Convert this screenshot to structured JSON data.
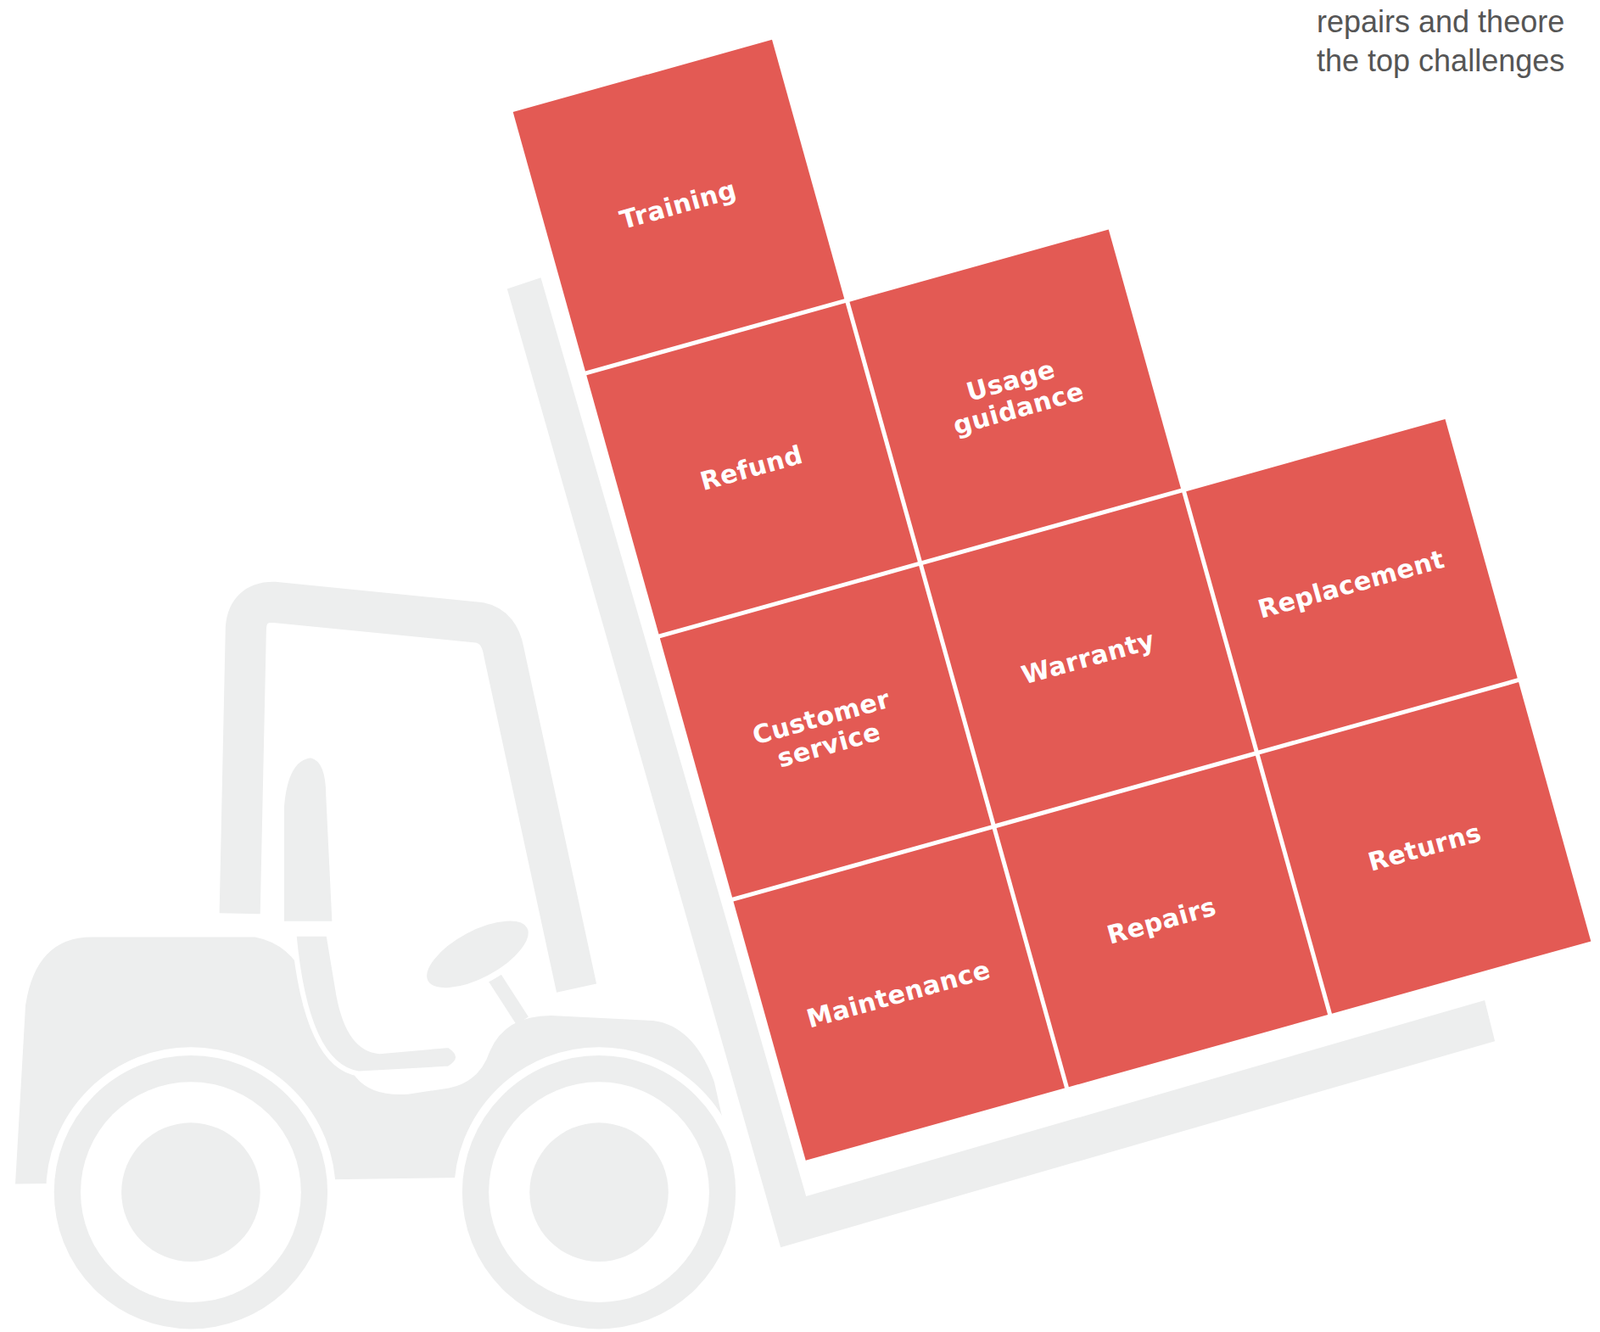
{
  "diagram": {
    "nodes": [
      {
        "text": [
          "Training"
        ]
      },
      {
        "text": [
          "Refund"
        ]
      },
      {
        "text": [
          "Usage guidance"
        ]
      },
      {
        "text": [
          "Customer service"
        ]
      },
      {
        "text": [
          "Warranty"
        ]
      },
      {
        "text": [
          "Replacement"
        ]
      },
      {
        "text": [
          "Maintenance"
        ]
      },
      {
        "text": [
          "Repairs"
        ]
      },
      {
        "text": [
          "Returns"
        ]
      }
    ],
    "labels": [
      "repairs and theore",
      "the top challenges"
    ]
  }
}
